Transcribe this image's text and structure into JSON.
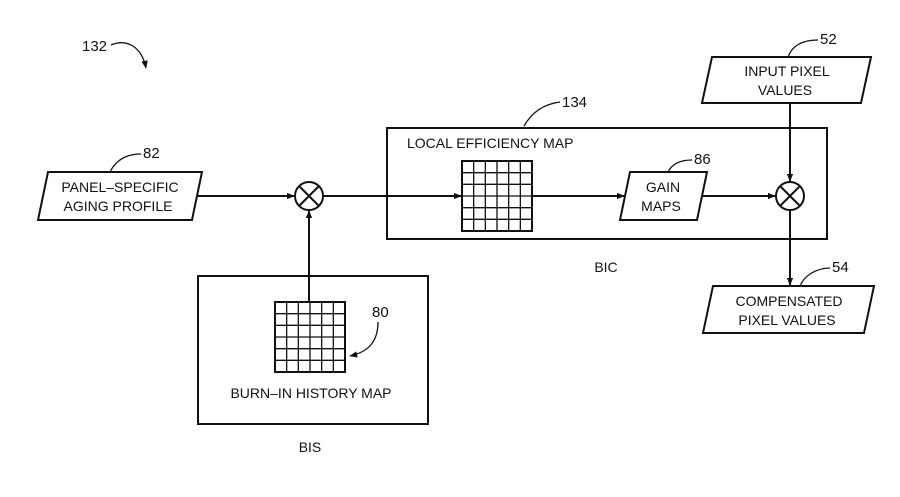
{
  "refs": {
    "figure": "132",
    "input_pixel": "52",
    "bic_block": "134",
    "aging_profile": "82",
    "gain_maps": "86",
    "burn_in_map": "80",
    "compensated": "54"
  },
  "labels": {
    "input_pixel_values": [
      "INPUT PIXEL",
      "VALUES"
    ],
    "panel_aging_profile": [
      "PANEL–SPECIFIC",
      "AGING PROFILE"
    ],
    "local_efficiency_map": "LOCAL EFFICIENCY MAP",
    "gain_maps": [
      "GAIN",
      "MAPS"
    ],
    "compensated_pixel_values": [
      "COMPENSATED",
      "PIXEL VALUES"
    ],
    "burn_in_history_map": "BURN–IN HISTORY MAP",
    "bic": "BIC",
    "bis": "BIS"
  },
  "colors": {
    "line": "#111111",
    "background": "#ffffff"
  }
}
